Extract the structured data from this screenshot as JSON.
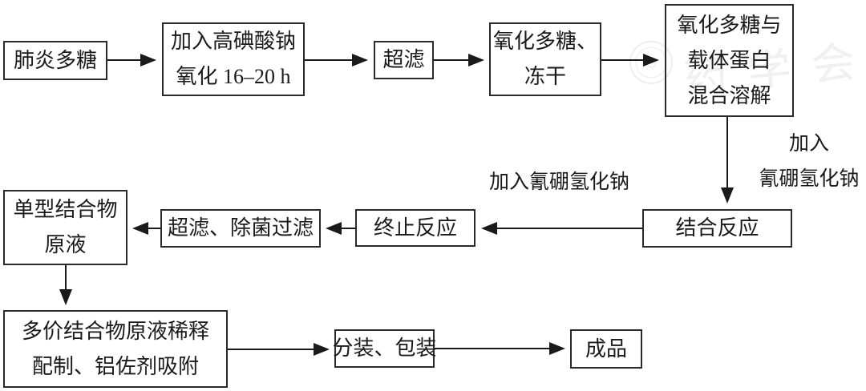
{
  "diagram": {
    "description": "Conjugate vaccine production flowchart (pneumococcal polysaccharide conjugate process)",
    "nodes": {
      "pneumonia_polysaccharide": {
        "lines": [
          "肺炎多糖"
        ]
      },
      "periodate_oxidation": {
        "lines": [
          "加入高碘酸钠",
          "氧化 16–20 h"
        ]
      },
      "ultrafiltration_1": {
        "lines": [
          "超滤"
        ]
      },
      "oxidized_ps_lyophilize": {
        "lines": [
          "氧化多糖、",
          "冻干"
        ]
      },
      "mix_dissolve": {
        "lines": [
          "氧化多糖与",
          "载体蛋白",
          "混合溶解"
        ]
      },
      "conjugation_reaction": {
        "lines": [
          "结合反应"
        ]
      },
      "stop_reaction": {
        "lines": [
          "终止反应"
        ]
      },
      "ultrafiltration_sterile": {
        "lines": [
          "超滤、除菌过滤"
        ]
      },
      "monovalent_conjugate_bulk": {
        "lines": [
          "单型结合物",
          "原液"
        ]
      },
      "multivalent_bulk_adsorb": {
        "lines": [
          "多价结合物原液稀释",
          "配制、铝佐剂吸附"
        ]
      },
      "fill_package": {
        "lines": [
          "分装、包装"
        ]
      },
      "final_product": {
        "lines": [
          "成品"
        ]
      }
    },
    "labels": {
      "add_cyanoborohydride_horizontal": "加入氰硼氢化钠",
      "add_cyanoborohydride_vertical": {
        "line1": "加入",
        "line2": "氰硼氢化钠"
      }
    },
    "watermark": {
      "text": "药学会",
      "seal": "seal-icon"
    },
    "colors": {
      "ink": "#1a1a1a",
      "border": "#2b2b2b",
      "background": "#ffffff",
      "watermark": "#8a8a8a"
    }
  }
}
